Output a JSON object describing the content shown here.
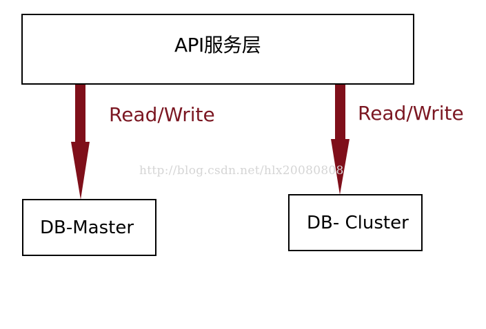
{
  "diagram": {
    "api_layer": {
      "label": "API服务层"
    },
    "db_master": {
      "label": "DB-Master"
    },
    "db_cluster": {
      "label": "DB- Cluster"
    },
    "arrows": {
      "left_label": "Read/Write",
      "right_label": "Read/Write"
    },
    "watermark": "http://blog.csdn.net/hlx20080808"
  },
  "colors": {
    "arrow": "#7f0f1a",
    "arrow_label": "#7b1722",
    "watermark": "#d5d5d5",
    "box_border": "#000000"
  }
}
